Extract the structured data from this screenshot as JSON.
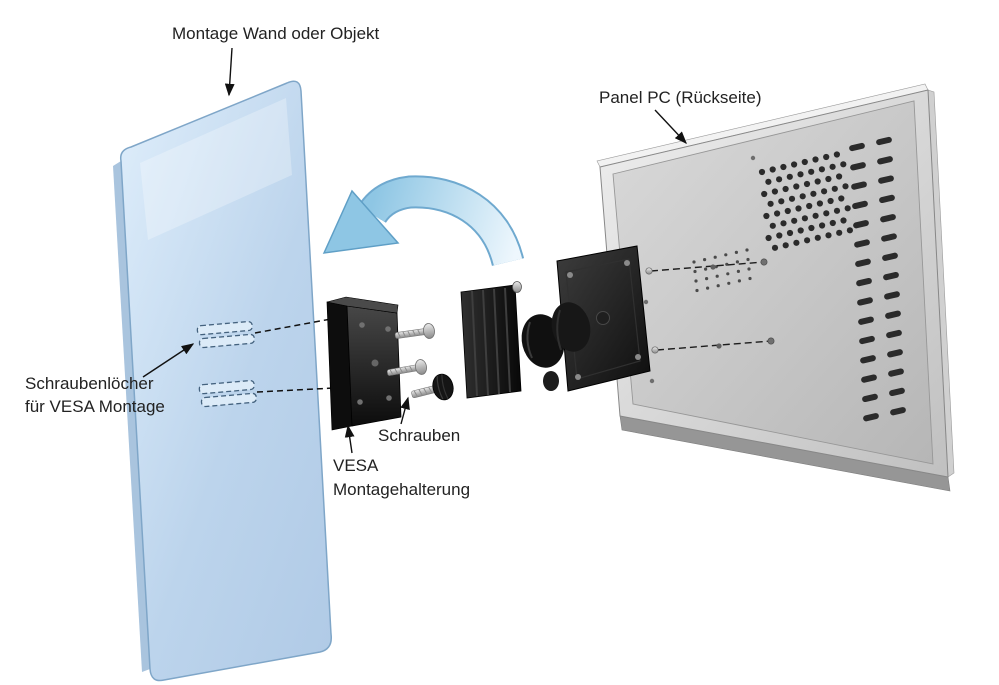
{
  "diagram": {
    "labels": {
      "wall": "Montage Wand oder Objekt",
      "panel_pc": "Panel PC (Rückseite)",
      "screw_holes": {
        "line1": "Schraubenlöcher",
        "line2": "für VESA Montage"
      },
      "screws": "Schrauben",
      "vesa_bracket": {
        "line1": "VESA",
        "line2": "Montagehalterung"
      }
    },
    "colors": {
      "background": "#ffffff",
      "wall_fill": "#c7dcf0",
      "wall_stroke": "#7fa6c8",
      "slot_fill": "#dcebf8",
      "slot_stroke": "#44627e",
      "arrow_blue": "#8ec6e4",
      "arrow_blue_dark": "#5f9fc6",
      "bracket_black": "#141414",
      "screw_silver": "#c0c0c0",
      "pc_silver_light": "#e3e3e3",
      "pc_silver_mid": "#c9c9c9",
      "vent_dark": "#2b2b2b",
      "label_text": "#222222",
      "leader_line": "#111111"
    }
  }
}
